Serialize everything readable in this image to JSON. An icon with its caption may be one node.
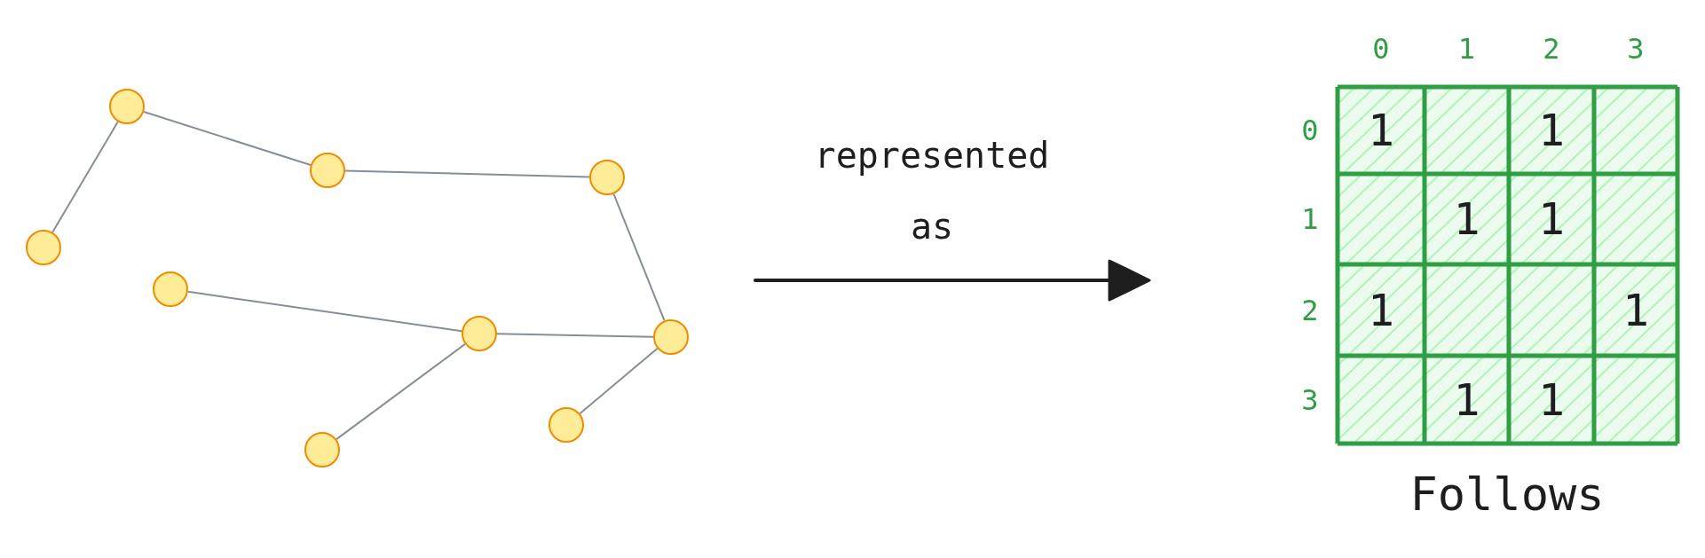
{
  "diagram": {
    "nodes": [
      {
        "text": [],
        "shape": "circle"
      },
      {
        "text": [],
        "shape": "circle"
      },
      {
        "text": [],
        "shape": "circle"
      },
      {
        "text": [],
        "shape": "circle"
      },
      {
        "text": [],
        "shape": "circle"
      },
      {
        "text": [],
        "shape": "circle"
      },
      {
        "text": [],
        "shape": "circle"
      },
      {
        "text": [],
        "shape": "circle"
      },
      {
        "text": [],
        "shape": "circle"
      }
    ],
    "edges": [
      {
        "from": 0,
        "to": 3,
        "arrow": "none"
      },
      {
        "from": 0,
        "to": 1,
        "arrow": "none"
      },
      {
        "from": 1,
        "to": 2,
        "arrow": "none"
      },
      {
        "from": 2,
        "to": 6,
        "arrow": "none"
      },
      {
        "from": 4,
        "to": 5,
        "arrow": "none"
      },
      {
        "from": 5,
        "to": 6,
        "arrow": "none"
      },
      {
        "from": 5,
        "to": 8,
        "arrow": "none"
      },
      {
        "from": 6,
        "to": 7,
        "arrow": "none"
      }
    ],
    "labels": [
      "represented as",
      "0",
      "1",
      "2",
      "3",
      "0",
      "1",
      "1",
      "1",
      "1",
      "1",
      "2",
      "1",
      "1",
      "3",
      "1",
      "1",
      "Follows"
    ]
  }
}
